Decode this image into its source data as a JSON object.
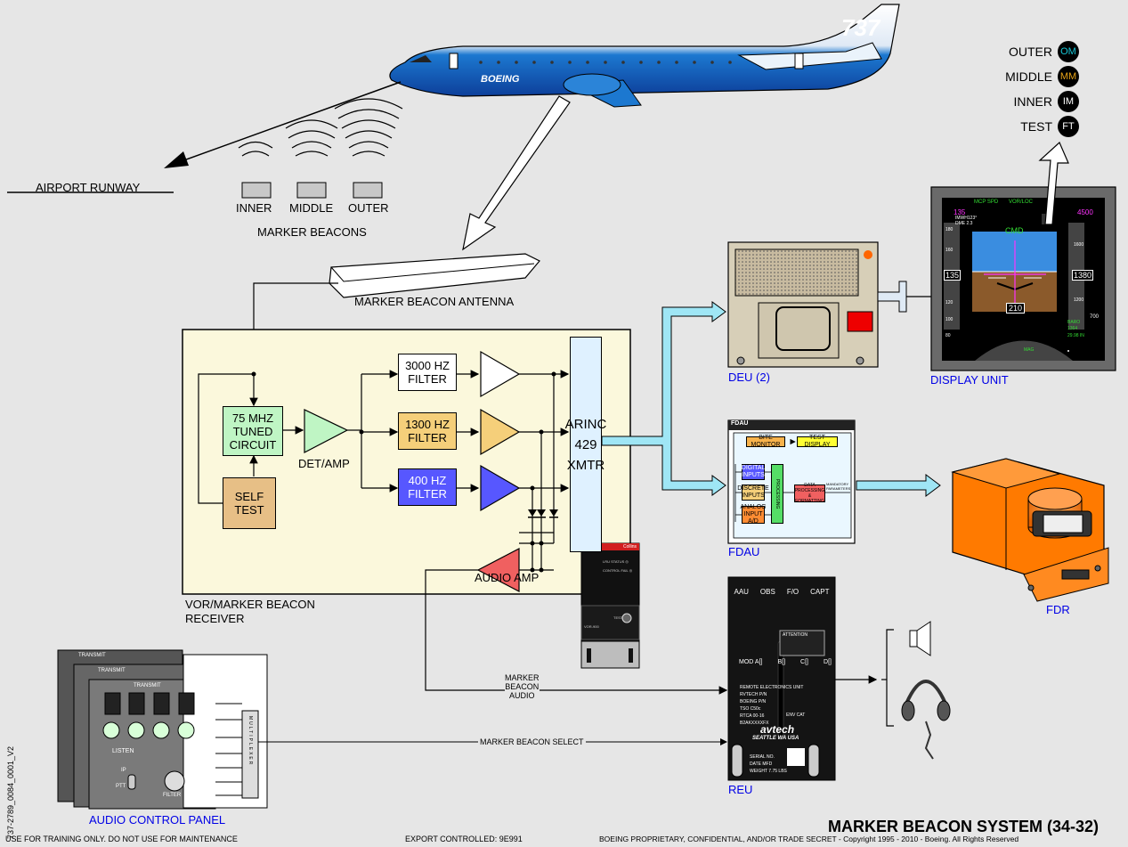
{
  "top": {
    "airport_runway": "AIRPORT RUNWAY",
    "beacons": [
      "INNER",
      "MIDDLE",
      "OUTER"
    ],
    "marker_beacons": "MARKER BEACONS",
    "antenna": "MARKER BEACON ANTENNA",
    "aircraft_livery": "BOEING",
    "tail_mark": "737"
  },
  "legend": [
    {
      "label": "OUTER",
      "code": "OM",
      "color": "#17c8d8"
    },
    {
      "label": "MIDDLE",
      "code": "MM",
      "color": "#e8a317"
    },
    {
      "label": "INNER",
      "code": "IM",
      "color": "#ffffff"
    },
    {
      "label": "TEST",
      "code": "FT",
      "color": "#ffffff"
    }
  ],
  "receiver": {
    "tuned": "75 MHZ\nTUNED\nCIRCUIT",
    "self_test": "SELF\nTEST",
    "det_amp": "DET/AMP",
    "filter_3000": "3000 HZ\nFILTER",
    "filter_1300": "1300 HZ\nFILTER",
    "filter_400": "400 HZ\nFILTER",
    "arinc": "ARINC\n429\nXMTR",
    "audio_amp": "AUDIO AMP",
    "label": "VOR/MARKER BEACON\nRECEIVER"
  },
  "units": {
    "deu": "DEU (2)",
    "display_unit": "DISPLAY UNIT",
    "fdau": "FDAU",
    "fdr": "FDR",
    "reu": "REU",
    "audio_panel": "AUDIO CONTROL PANEL"
  },
  "fdau_box": {
    "title": "FDAU",
    "bite": "BITE MONITOR",
    "test_display": "TEST DISPLAY",
    "digital": "DIGITAL INPUTS",
    "discrete": "DISCRETE INPUTS",
    "analog": "ANALOG INPUT A/D",
    "processing": "PROCESSING",
    "data_proc": "DATA PROCESSING & FORMATTING",
    "mandatory": "MANDATORY PARAMETERS"
  },
  "pfd": {
    "mcp_spd": "MCP SPD",
    "vor_loc": "VOR/LOC",
    "speed_sel": "135",
    "alt_sel": "4500",
    "ident": "IMWH123°",
    "dme": "DME 2.3",
    "cmd": "CMD",
    "speed": "135",
    "altitude": "1380",
    "heading": "210",
    "speeds": [
      "180",
      "160",
      "120",
      "100",
      "80"
    ],
    "alts": [
      "1600",
      "1200"
    ],
    "baro_label": "BARO",
    "baro": "1364",
    "baro_set": "29.98 IN",
    "vs": "700",
    "hdg_sel": "MAG"
  },
  "reu_panel": {
    "headers": [
      "AAU",
      "OBS",
      "F/O",
      "CAPT"
    ],
    "mod": [
      "MOD A[]",
      "B[]",
      "C[]",
      "D[]"
    ],
    "attention": "ATTENTION",
    "lines": [
      "REMOTE ELECTRONICS UNIT",
      "RVTECH P/N",
      "BOEING P/N",
      "TSO C50c",
      "RTCA 00-16",
      "B2AKXXXXFX"
    ],
    "env": "ENV CAT",
    "brand": "avtech",
    "city": "SEATTLE  WA  USA",
    "serial": "SERIAL NO.",
    "date": "DATE MFD",
    "weight": "WEIGHT 7.75 LBS"
  },
  "collins": {
    "brand": "Collins",
    "lru": "LRU STATUS ◎",
    "control": "CONTROL FAIL ◎",
    "test": "TEST",
    "model": "VOR-900"
  },
  "acp": {
    "transmit": "TRANSMIT",
    "listen": "LISTEN",
    "ip": "IP",
    "ptt": "PTT",
    "filter": "FILTER",
    "multiplexer": "MULTIPLEXER"
  },
  "signals": {
    "audio": "MARKER\nBEACON\nAUDIO",
    "select": "MARKER BEACON SELECT"
  },
  "footer": {
    "title": "MARKER BEACON SYSTEM (34-32)",
    "training": "USE FOR TRAINING ONLY. DO NOT USE FOR MAINTENANCE",
    "export": "EXPORT CONTROLLED: 9E991",
    "proprietary": "BOEING PROPRIETARY, CONFIDENTIAL, AND/OR TRADE SECRET - Copyright 1995 - 2010 - Boeing. All Rights Reserved",
    "doc_id": "737-2789_0084_0001_V2"
  },
  "colors": {
    "receiver_bg": "#fbf8dc",
    "tuned": "#bff5c4",
    "self_test": "#e7bf86",
    "filter_1300": "#f5cf7a",
    "filter_400": "#5757ff",
    "audio_amp": "#f06060",
    "signal_bus": "#9fe6f5",
    "label_blue": "#0000e6",
    "fdr_orange": "#ff7a00"
  }
}
